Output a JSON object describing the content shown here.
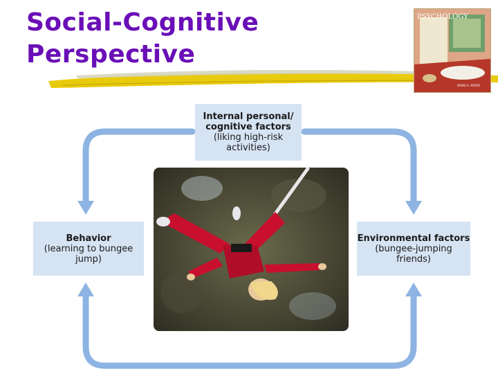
{
  "slide": {
    "title_line1": "Social-Cognitive",
    "title_line2": "Perspective"
  },
  "book_cover": {
    "title": "PSYCHOLOGY",
    "author": "DAVID G. MYERS"
  },
  "diagram": {
    "top_box": {
      "heading": "Internal personal/ cognitive factors",
      "detail": "(liking high-risk activities)"
    },
    "left_box": {
      "heading": "Behavior",
      "detail": "(learning to bungee jump)"
    },
    "right_box": {
      "heading": "Environmental factors",
      "detail": "(bungee-jumping friends)"
    }
  },
  "colors": {
    "title": "#6a0fb7",
    "arrow": "#8db4e2",
    "box_fill": "#d6e3f3",
    "underline": "#e8c800"
  },
  "photo": {
    "subject": "person bungee jumping in red suit"
  }
}
